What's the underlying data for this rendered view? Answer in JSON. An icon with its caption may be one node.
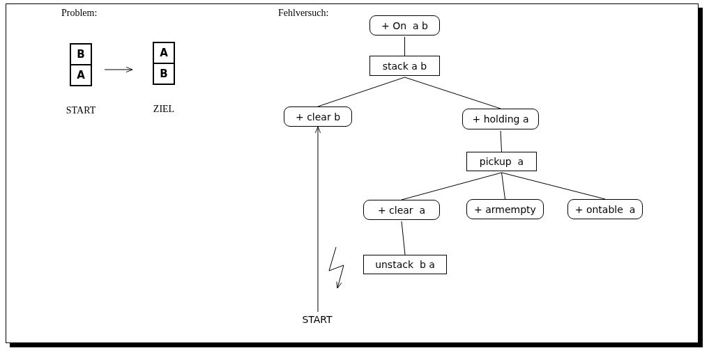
{
  "diagram": {
    "nodes": [
      {
        "text": [],
        "shape": "box",
        "beside": [
          "START"
        ]
      },
      {
        "text": [
          "B"
        ],
        "in": 0
      },
      {
        "text": [
          "A"
        ],
        "in": 0
      },
      {
        "text": [],
        "shape": "box",
        "beside": [
          "ZIEL"
        ]
      },
      {
        "text": [
          "A"
        ],
        "in": 3
      },
      {
        "text": [
          "B"
        ],
        "in": 3
      },
      {
        "text": [
          "+ On  a b"
        ]
      },
      {
        "text": [
          "stack a b"
        ]
      },
      {
        "text": [
          "+ clear b"
        ]
      },
      {
        "text": [
          "+ holding a"
        ]
      },
      {
        "text": [
          "pickup  a"
        ]
      },
      {
        "text": [
          "+ clear  a"
        ]
      },
      {
        "text": [
          "+ armempty"
        ]
      },
      {
        "text": [
          "+ ontable  a"
        ]
      },
      {
        "text": [
          "unstack  b a"
        ]
      },
      {
        "text": [
          "START"
        ]
      }
    ],
    "edges": [
      {
        "from": 0,
        "to": 3,
        "arrow": "to"
      },
      {
        "from": 6,
        "to": 7,
        "arrow": "none"
      },
      {
        "from": 7,
        "to": 8,
        "arrow": "none"
      },
      {
        "from": 7,
        "to": 9,
        "arrow": "none"
      },
      {
        "from": 9,
        "to": 10,
        "arrow": "none"
      },
      {
        "from": 10,
        "to": 11,
        "arrow": "none"
      },
      {
        "from": 10,
        "to": 12,
        "arrow": "none"
      },
      {
        "from": 10,
        "to": 13,
        "arrow": "none"
      },
      {
        "from": 11,
        "to": 14,
        "arrow": "none"
      },
      {
        "from": 15,
        "to": 8,
        "arrow": "to"
      }
    ],
    "labels": [
      "Problem:",
      "Fehlversuch:"
    ]
  }
}
